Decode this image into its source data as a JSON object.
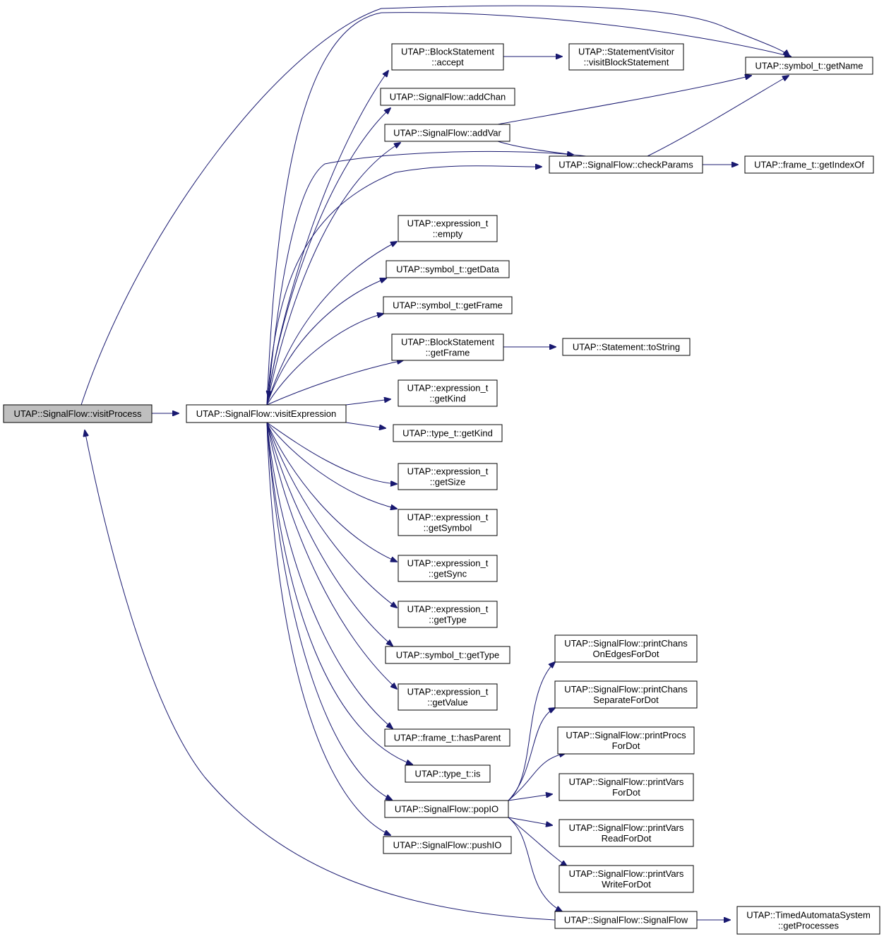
{
  "colors": {
    "edge": "#191970",
    "node_border": "#000000",
    "node_fill": "#ffffff",
    "focus_fill": "#bfbfbf"
  },
  "nodes": {
    "visitProcess": {
      "lines": [
        "UTAP::SignalFlow::visitProcess"
      ],
      "focus": true
    },
    "visitExpression": {
      "lines": [
        "UTAP::SignalFlow::visitExpression"
      ]
    },
    "bsAccept": {
      "lines": [
        "UTAP::BlockStatement",
        "::accept"
      ]
    },
    "svVisitBlock": {
      "lines": [
        "UTAP::StatementVisitor",
        "::visitBlockStatement"
      ]
    },
    "getName": {
      "lines": [
        "UTAP::symbol_t::getName"
      ]
    },
    "addChan": {
      "lines": [
        "UTAP::SignalFlow::addChan"
      ]
    },
    "addVar": {
      "lines": [
        "UTAP::SignalFlow::addVar"
      ]
    },
    "checkParams": {
      "lines": [
        "UTAP::SignalFlow::checkParams"
      ]
    },
    "getIndexOf": {
      "lines": [
        "UTAP::frame_t::getIndexOf"
      ]
    },
    "exprEmpty": {
      "lines": [
        "UTAP::expression_t",
        "::empty"
      ]
    },
    "symGetData": {
      "lines": [
        "UTAP::symbol_t::getData"
      ]
    },
    "symGetFrame": {
      "lines": [
        "UTAP::symbol_t::getFrame"
      ]
    },
    "bsGetFrame": {
      "lines": [
        "UTAP::BlockStatement",
        "::getFrame"
      ]
    },
    "stmtToString": {
      "lines": [
        "UTAP::Statement::toString"
      ]
    },
    "exprGetKind": {
      "lines": [
        "UTAP::expression_t",
        "::getKind"
      ]
    },
    "typeGetKind": {
      "lines": [
        "UTAP::type_t::getKind"
      ]
    },
    "exprGetSize": {
      "lines": [
        "UTAP::expression_t",
        "::getSize"
      ]
    },
    "exprGetSymbol": {
      "lines": [
        "UTAP::expression_t",
        "::getSymbol"
      ]
    },
    "exprGetSync": {
      "lines": [
        "UTAP::expression_t",
        "::getSync"
      ]
    },
    "exprGetType": {
      "lines": [
        "UTAP::expression_t",
        "::getType"
      ]
    },
    "symGetType": {
      "lines": [
        "UTAP::symbol_t::getType"
      ]
    },
    "exprGetValue": {
      "lines": [
        "UTAP::expression_t",
        "::getValue"
      ]
    },
    "frameHasParent": {
      "lines": [
        "UTAP::frame_t::hasParent"
      ]
    },
    "typeIs": {
      "lines": [
        "UTAP::type_t::is"
      ]
    },
    "popIO": {
      "lines": [
        "UTAP::SignalFlow::popIO"
      ]
    },
    "pushIO": {
      "lines": [
        "UTAP::SignalFlow::pushIO"
      ]
    },
    "printChansOnEdges": {
      "lines": [
        "UTAP::SignalFlow::printChans",
        "OnEdgesForDot"
      ]
    },
    "printChansSeparate": {
      "lines": [
        "UTAP::SignalFlow::printChans",
        "SeparateForDot"
      ]
    },
    "printProcs": {
      "lines": [
        "UTAP::SignalFlow::printProcs",
        "ForDot"
      ]
    },
    "printVars": {
      "lines": [
        "UTAP::SignalFlow::printVars",
        "ForDot"
      ]
    },
    "printVarsRead": {
      "lines": [
        "UTAP::SignalFlow::printVars",
        "ReadForDot"
      ]
    },
    "printVarsWrite": {
      "lines": [
        "UTAP::SignalFlow::printVars",
        "WriteForDot"
      ]
    },
    "signalFlowCtor": {
      "lines": [
        "UTAP::SignalFlow::SignalFlow"
      ]
    },
    "getProcesses": {
      "lines": [
        "UTAP::TimedAutomataSystem",
        "::getProcesses"
      ]
    }
  },
  "edges": [
    [
      "visitProcess",
      "visitExpression"
    ],
    [
      "visitProcess",
      "getName"
    ],
    [
      "visitExpression",
      "bsAccept"
    ],
    [
      "visitExpression",
      "getName"
    ],
    [
      "visitExpression",
      "addChan"
    ],
    [
      "visitExpression",
      "addVar"
    ],
    [
      "visitExpression",
      "checkParams"
    ],
    [
      "visitExpression",
      "exprEmpty"
    ],
    [
      "visitExpression",
      "symGetData"
    ],
    [
      "visitExpression",
      "symGetFrame"
    ],
    [
      "visitExpression",
      "bsGetFrame"
    ],
    [
      "visitExpression",
      "exprGetKind"
    ],
    [
      "visitExpression",
      "typeGetKind"
    ],
    [
      "visitExpression",
      "exprGetSize"
    ],
    [
      "visitExpression",
      "exprGetSymbol"
    ],
    [
      "visitExpression",
      "exprGetSync"
    ],
    [
      "visitExpression",
      "exprGetType"
    ],
    [
      "visitExpression",
      "symGetType"
    ],
    [
      "visitExpression",
      "exprGetValue"
    ],
    [
      "visitExpression",
      "frameHasParent"
    ],
    [
      "visitExpression",
      "typeIs"
    ],
    [
      "visitExpression",
      "popIO"
    ],
    [
      "visitExpression",
      "pushIO"
    ],
    [
      "bsAccept",
      "svVisitBlock"
    ],
    [
      "addVar",
      "getName"
    ],
    [
      "addVar",
      "checkParams"
    ],
    [
      "checkParams",
      "getName"
    ],
    [
      "checkParams",
      "getIndexOf"
    ],
    [
      "checkParams",
      "visitExpression"
    ],
    [
      "bsGetFrame",
      "stmtToString"
    ],
    [
      "popIO",
      "printChansOnEdges"
    ],
    [
      "popIO",
      "printChansSeparate"
    ],
    [
      "popIO",
      "printProcs"
    ],
    [
      "popIO",
      "printVars"
    ],
    [
      "popIO",
      "printVarsRead"
    ],
    [
      "popIO",
      "printVarsWrite"
    ],
    [
      "popIO",
      "signalFlowCtor"
    ],
    [
      "signalFlowCtor",
      "visitProcess"
    ],
    [
      "signalFlowCtor",
      "getProcesses"
    ]
  ]
}
